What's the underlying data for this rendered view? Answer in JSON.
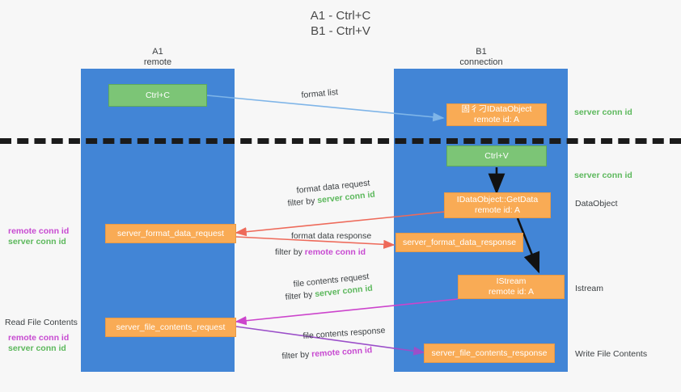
{
  "title": "A1 - Ctrl+C\nB1 - Ctrl+V",
  "lanes": [
    {
      "name": "left-lane",
      "title": "A1\nremote"
    },
    {
      "name": "right-lane",
      "title": "B1\nconnection"
    }
  ],
  "nodes": {
    "ctrl_c": "Ctrl+C",
    "idataobject": "固彳刁IDataObject\nremote id: A",
    "ctrl_v": "Ctrl+V",
    "getdata": "IDataObject::GetData\nremote id: A",
    "istream": "IStream\nremote id: A",
    "fmt_req": "server_format_data_request",
    "fmt_resp": "server_format_data_response",
    "file_req": "server_file_contents_request",
    "file_resp": "server_file_contents_response"
  },
  "edge_labels": {
    "format_list": "format list",
    "format_data_request": "format data request",
    "format_data_request_filter_pre": "filter by ",
    "format_data_request_filter_key": "server conn id",
    "format_data_response": "format data response",
    "format_data_response_filter_pre": "filter by ",
    "format_data_response_filter_key": "remote conn id",
    "file_contents_request": "file contents request",
    "file_contents_request_filter_pre": "filter by ",
    "file_contents_request_filter_key": "server conn id",
    "file_contents_response": "file contents response",
    "file_contents_response_filter_pre": "filter by ",
    "file_contents_response_filter_key": "remote conn id"
  },
  "annotations": {
    "right_server_conn_id_1": "server conn id",
    "right_server_conn_id_2": "server conn id",
    "right_dataobject": "DataObject",
    "right_istream": "Istream",
    "right_write_file_contents": "Write File Contents",
    "left_remote_conn_id_1": "remote conn id",
    "left_server_conn_id_1": "server conn id",
    "left_read_file_contents": "Read File Contents",
    "left_remote_conn_id_2": "remote conn id",
    "left_server_conn_id_2": "server conn id"
  },
  "colors": {
    "lane": "#4285d6",
    "green_box": "#7cc576",
    "orange_box": "#f9ab55",
    "green_text": "#5cb85c",
    "magenta_text": "#c74ad1",
    "light_blue_arrow": "#7fb5e8",
    "red_arrow": "#ee6a5a",
    "magenta_arrow": "#cc44cc",
    "purple_arrow": "#9b4fc9",
    "black_arrow": "#111111",
    "background": "#f7f7f7"
  }
}
